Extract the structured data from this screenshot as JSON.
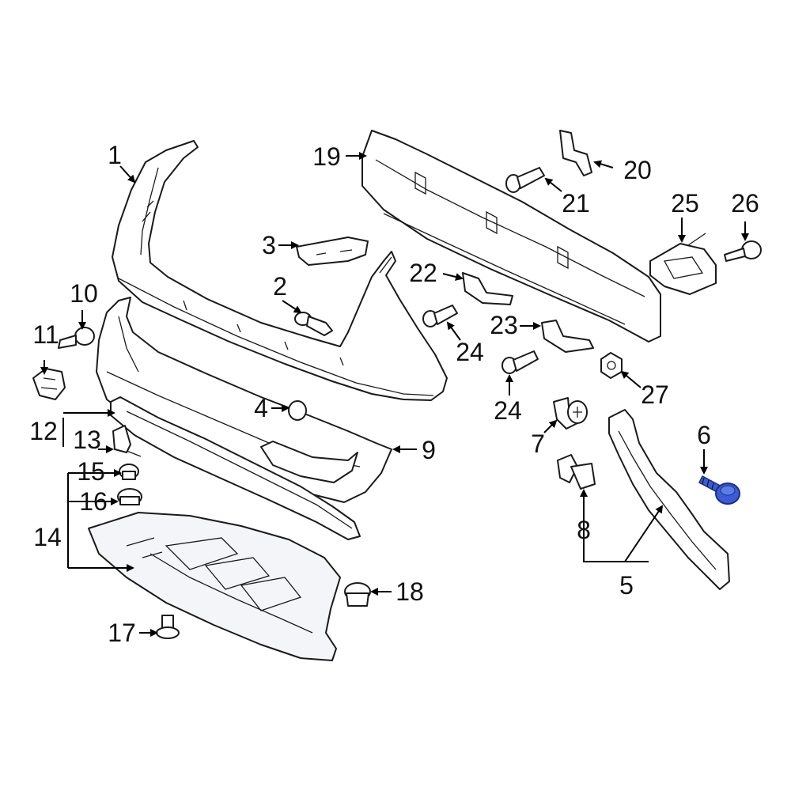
{
  "callouts": [
    "1",
    "2",
    "3",
    "4",
    "5",
    "6",
    "7",
    "8",
    "9",
    "10",
    "11",
    "12",
    "13",
    "14",
    "15",
    "16",
    "17",
    "18",
    "19",
    "20",
    "21",
    "22",
    "23",
    "24",
    "24",
    "25",
    "26",
    "27"
  ],
  "colors": {
    "line": "#1a1a1a",
    "highlight": "#3b5bd9",
    "highlight_dark": "#1c2f80",
    "fill": "#ffffff"
  },
  "highlighted_part": "6"
}
